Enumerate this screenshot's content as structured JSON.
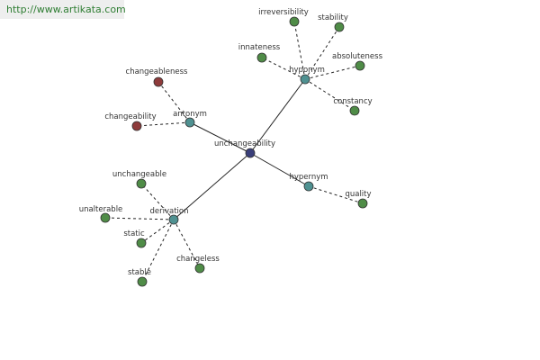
{
  "url_link": "http://www.artikata.com",
  "colors": {
    "root": "#3a3f7a",
    "relation": "#4f9191",
    "word": "#4f8c47",
    "antonym_word": "#8e3b3b",
    "url_text": "#2e7d32"
  },
  "graph": {
    "root": "unchangeability",
    "relations": [
      {
        "label": "hyponym",
        "words": [
          "irreversibility",
          "stability",
          "innateness",
          "absoluteness",
          "constancy"
        ]
      },
      {
        "label": "antonym",
        "words": [
          "changeableness",
          "changeability"
        ]
      },
      {
        "label": "hypernym",
        "words": [
          "quality"
        ]
      },
      {
        "label": "derivation",
        "words": [
          "unchangeable",
          "unalterable",
          "static",
          "stable",
          "changeless"
        ]
      }
    ]
  }
}
